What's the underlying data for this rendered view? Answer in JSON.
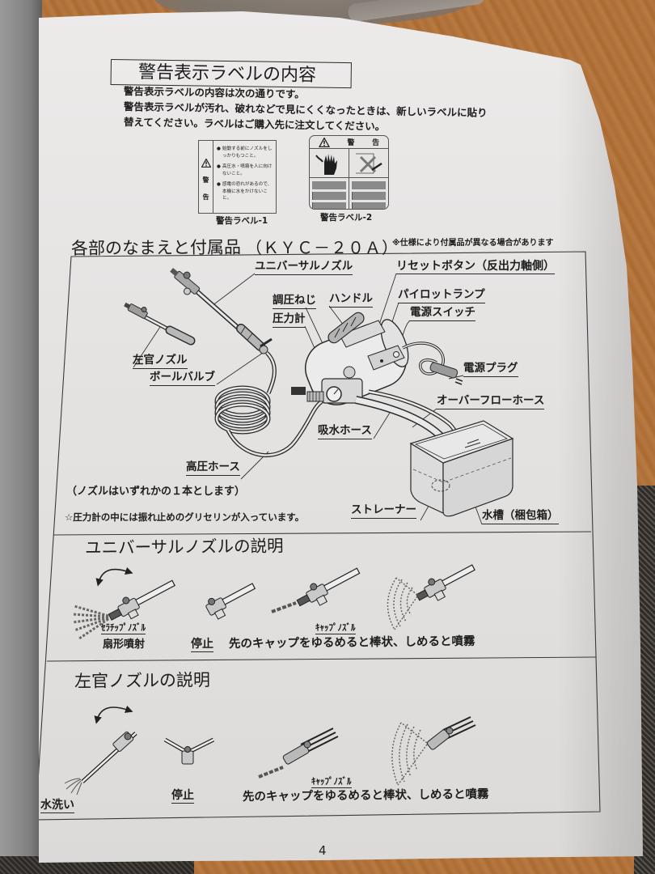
{
  "page_number": "4",
  "warning_labels": {
    "title": "警告表示ラベルの内容",
    "intro_lines": [
      "警告表示ラベルの内容は次の通りです。",
      "警告表示ラベルが汚れ、破れなどで見にくくなったときは、新しいラベルに貼り",
      "替えてください。ラベルはご購入先に注文してください。"
    ],
    "label1": {
      "warning_word": [
        "警",
        "告"
      ],
      "bullets": [
        "始動する前にノズルをしっかりもつこと。",
        "高圧水・噴霧を人に向けないこと。",
        "感電の恐れがあるので、本機に水をかけないこと。"
      ],
      "bullet_mark": "●",
      "caption": "警告ラベル-1"
    },
    "label2": {
      "header_left": "警",
      "header_right": "告",
      "caption": "警告ラベル-2"
    }
  },
  "parts": {
    "title": "各部のなまえと付属品",
    "model": "（ＫＹＣ－２０Ａ）",
    "note": "※仕様により付属品が異なる場合があります",
    "labels": {
      "universal_nozzle": "ユニバーサルノズル",
      "reset_button": "リセットボタン（反出力軸側）",
      "pressure_screw": "調圧ねじ",
      "handle": "ハンドル",
      "pilot_lamp": "パイロットランプ",
      "power_switch": "電源スイッチ",
      "pressure_gauge": "圧力計",
      "sakan_nozzle": "左官ノズル",
      "ball_valve": "ボールバルブ",
      "power_plug": "電源プラグ",
      "overflow_hose": "オーバーフローホース",
      "suction_hose": "吸水ホース",
      "high_pressure_hose": "高圧ホース",
      "strainer": "ストレーナー",
      "water_tank": "水槽（梱包箱）"
    },
    "nozzle_note": "（ノズルはいずれかの１本とします）",
    "glycerin_note": "☆圧力計の中には振れ止めのグリセリンが入っています。"
  },
  "universal_nozzle": {
    "title": "ユニバーサルノズルの説明",
    "ceratip_label": "ｾﾗﾁｯﾌﾟﾉｽﾞﾙ",
    "ceratip_desc": "扇形噴射",
    "stop_label": "停止",
    "cap_label": "ｷｬｯﾌﾟﾉｽﾞﾙ",
    "cap_desc": "先のキャップをゆるめると棒状、しめると噴霧"
  },
  "sakan_nozzle": {
    "title": "左官ノズルの説明",
    "wash_label": "水洗い",
    "stop_label": "停止",
    "cap_label": "ｷｬｯﾌﾟﾉｽﾞﾙ",
    "cap_desc": "先のキャップをゆるめると棒状、しめると噴霧"
  },
  "colors": {
    "paper": "#e4e2e0",
    "ink": "#1d1d1d",
    "wood": "#b2743a",
    "cover": "#8c8c8c"
  }
}
